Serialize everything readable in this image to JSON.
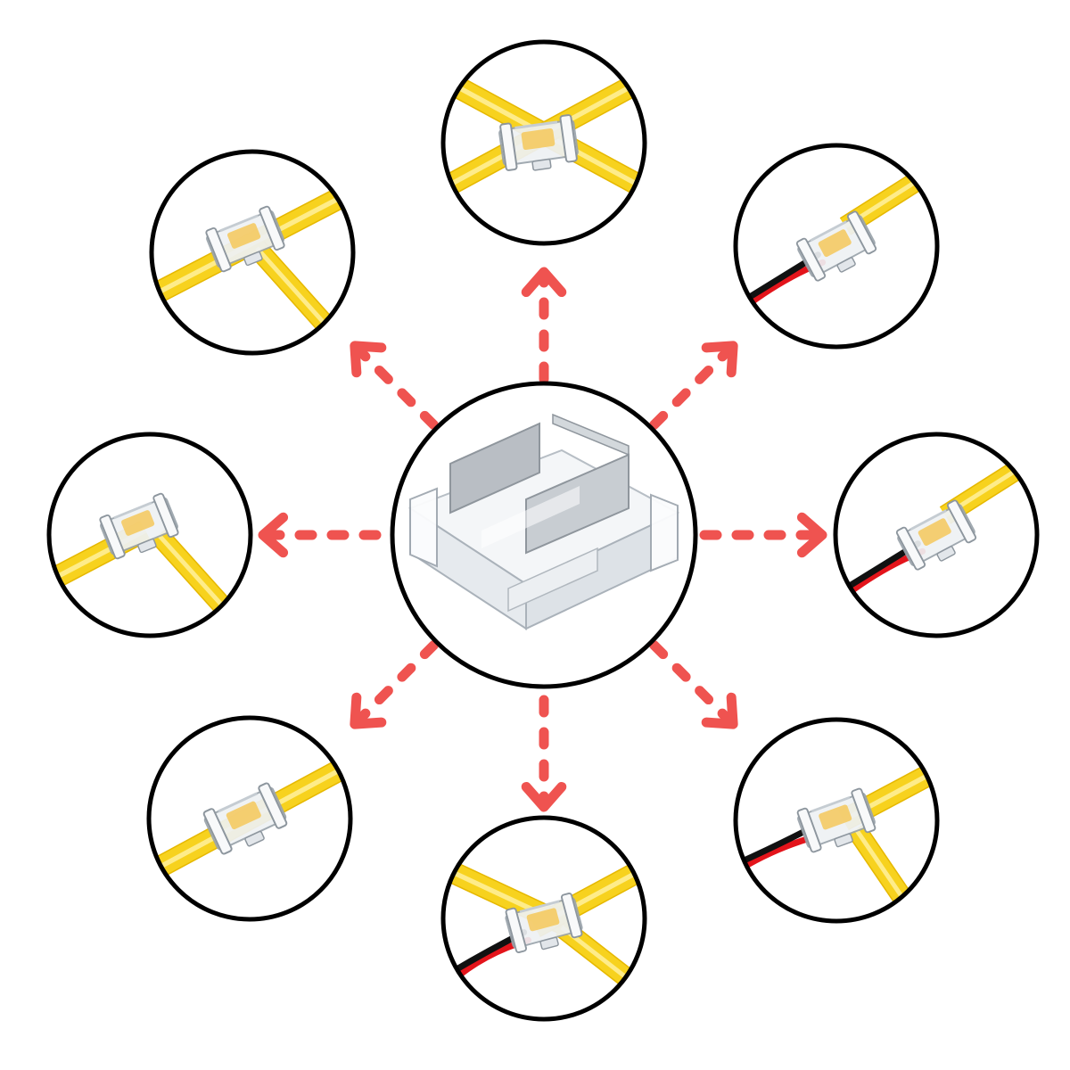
{
  "diagram": {
    "center": {
      "name": "connector",
      "variant": "center-connector"
    },
    "satellites": [
      {
        "name": "top",
        "variant": "cross-strip"
      },
      {
        "name": "top-right",
        "variant": "strip-to-wire-straight"
      },
      {
        "name": "right",
        "variant": "strip-to-wire-straight"
      },
      {
        "name": "bottom-right",
        "variant": "strip-t-with-wire"
      },
      {
        "name": "bottom",
        "variant": "cross-with-wire"
      },
      {
        "name": "bottom-left",
        "variant": "strip-straight"
      },
      {
        "name": "left",
        "variant": "strip-l"
      },
      {
        "name": "top-left",
        "variant": "strip-t"
      }
    ],
    "arrows": [
      {
        "name": "arrow-up"
      },
      {
        "name": "arrow-up-right"
      },
      {
        "name": "arrow-right"
      },
      {
        "name": "arrow-down-right"
      },
      {
        "name": "arrow-down"
      },
      {
        "name": "arrow-down-left"
      },
      {
        "name": "arrow-left"
      },
      {
        "name": "arrow-up-left"
      }
    ],
    "colors": {
      "arrow": "#ef5350",
      "circle_outline": "#000000",
      "strip": "#f7d21e",
      "strip_edge": "#e6b800",
      "wire_red": "#e3141b",
      "wire_black": "#111111",
      "connector_body": "#eef1f4",
      "connector_metal": "#b9bec4",
      "connector_contact": "#f5c85a"
    }
  }
}
